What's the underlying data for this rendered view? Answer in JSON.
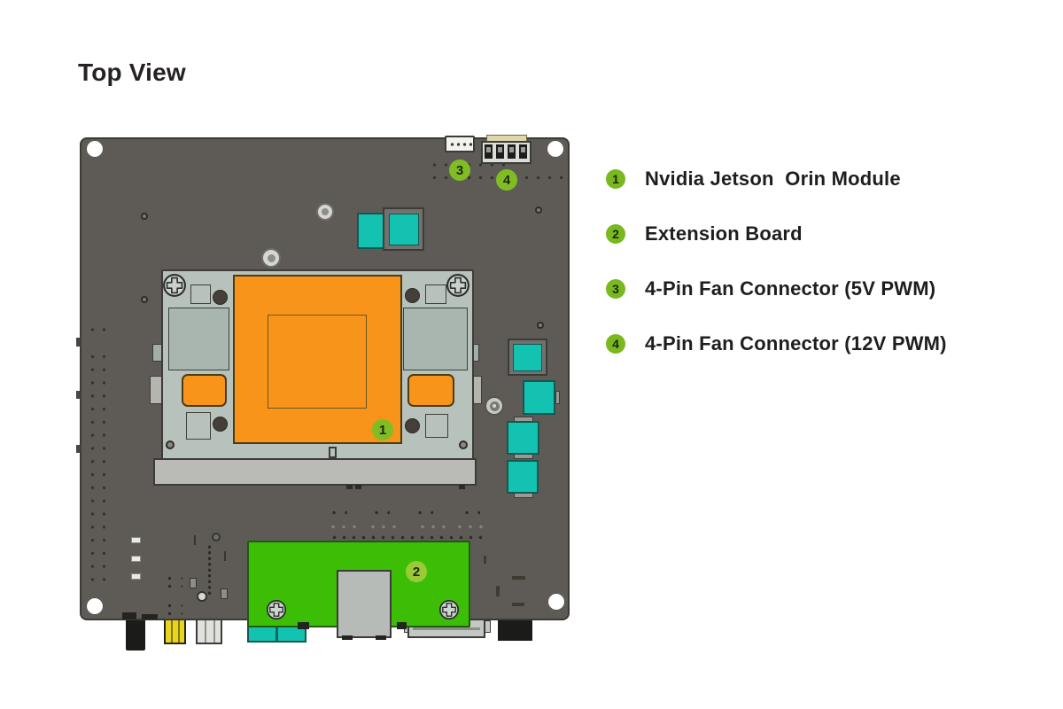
{
  "title": "Top View",
  "legend": {
    "items": [
      {
        "num": "1",
        "label": "Nvidia Jetson  Orin Module"
      },
      {
        "num": "2",
        "label": "Extension Board"
      },
      {
        "num": "3",
        "label": "4-Pin Fan Connector (5V PWM)"
      },
      {
        "num": "4",
        "label": "4-Pin Fan Connector (12V PWM)"
      }
    ]
  },
  "colors": {
    "board_gray": "#5e5b57",
    "board_line": "#3a3a36",
    "module_sage": "#b7c2bc",
    "module_sage_dark": "#a9b6b0",
    "heatsink_orange": "#f8941a",
    "orange_line": "#4a3c15",
    "connector_teal": "#14c2b2",
    "teal_line": "#155751",
    "bar_gray": "#babbb6",
    "ext_green": "#3cbe07",
    "ext_green_line": "#1e5a11",
    "legend_green": "#79b821",
    "marker_green": "#80bd23",
    "marker2_green": "#9aca35",
    "gray_frame": "#71716d",
    "text_dark": "#1e1e1c"
  }
}
